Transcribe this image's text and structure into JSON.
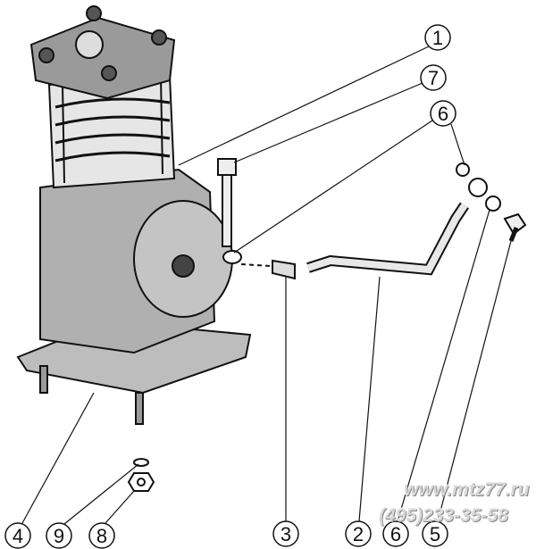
{
  "diagram": {
    "callouts": [
      {
        "id": "callout-1",
        "label": "1"
      },
      {
        "id": "callout-7",
        "label": "7"
      },
      {
        "id": "callout-6-top",
        "label": "6"
      },
      {
        "id": "callout-4",
        "label": "4"
      },
      {
        "id": "callout-9",
        "label": "9"
      },
      {
        "id": "callout-8",
        "label": "8"
      },
      {
        "id": "callout-3",
        "label": "3"
      },
      {
        "id": "callout-2",
        "label": "2"
      },
      {
        "id": "callout-6-bottom",
        "label": "6"
      },
      {
        "id": "callout-5",
        "label": "5"
      }
    ]
  },
  "watermark": {
    "url": "www.mtz77.ru",
    "phone": "(495)233-35-58"
  }
}
